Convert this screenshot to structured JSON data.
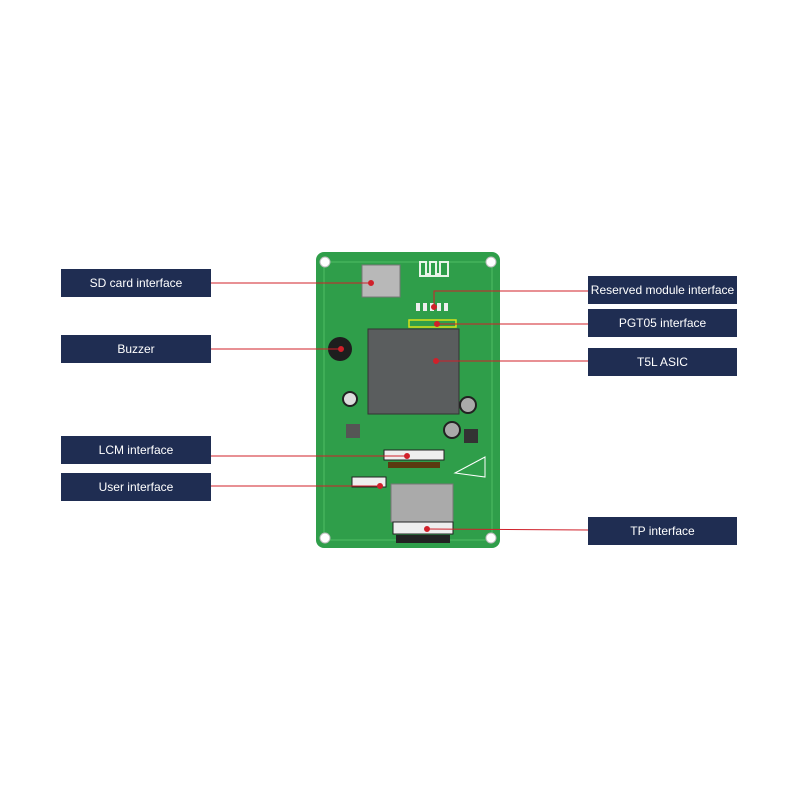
{
  "labels": {
    "sd_card": "SD card interface",
    "buzzer": "Buzzer",
    "lcm": "LCM interface",
    "user": "User interface",
    "reserved": "Reserved module interface",
    "pgt05": "PGT05 interface",
    "t5l": "T5L ASIC",
    "tp": "TP interface"
  },
  "colors": {
    "label_bg": "#1f2d52",
    "pcb": "#2f9e4a",
    "leader": "#d0202a"
  }
}
